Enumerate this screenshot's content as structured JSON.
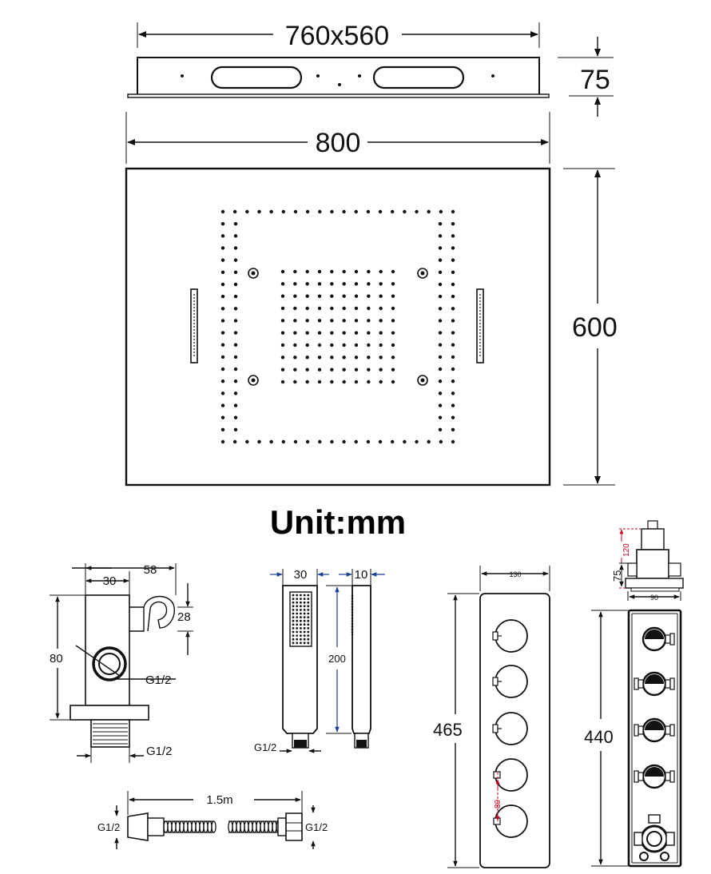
{
  "labels": {
    "top_width": "760x560",
    "top_height": "75",
    "panel_width": "800",
    "panel_height": "600",
    "unit": "Unit:mm",
    "holder_width": "58",
    "holder_inner": "30",
    "holder_bracket": "28",
    "holder_height": "80",
    "holder_port": "G1/2",
    "holder_thread": "G1/2",
    "hand_width": "30",
    "hand_side": "10",
    "hand_length": "200",
    "hand_thread": "G1/2",
    "hose_length": "1.5m",
    "hose_left": "G1/2",
    "hose_right": "G1/2",
    "valve_width": "130",
    "valve_height": "465",
    "valve_spacing": "80",
    "box_height": "440",
    "box_top": "120",
    "box_depth": "75",
    "box_width": "90"
  }
}
